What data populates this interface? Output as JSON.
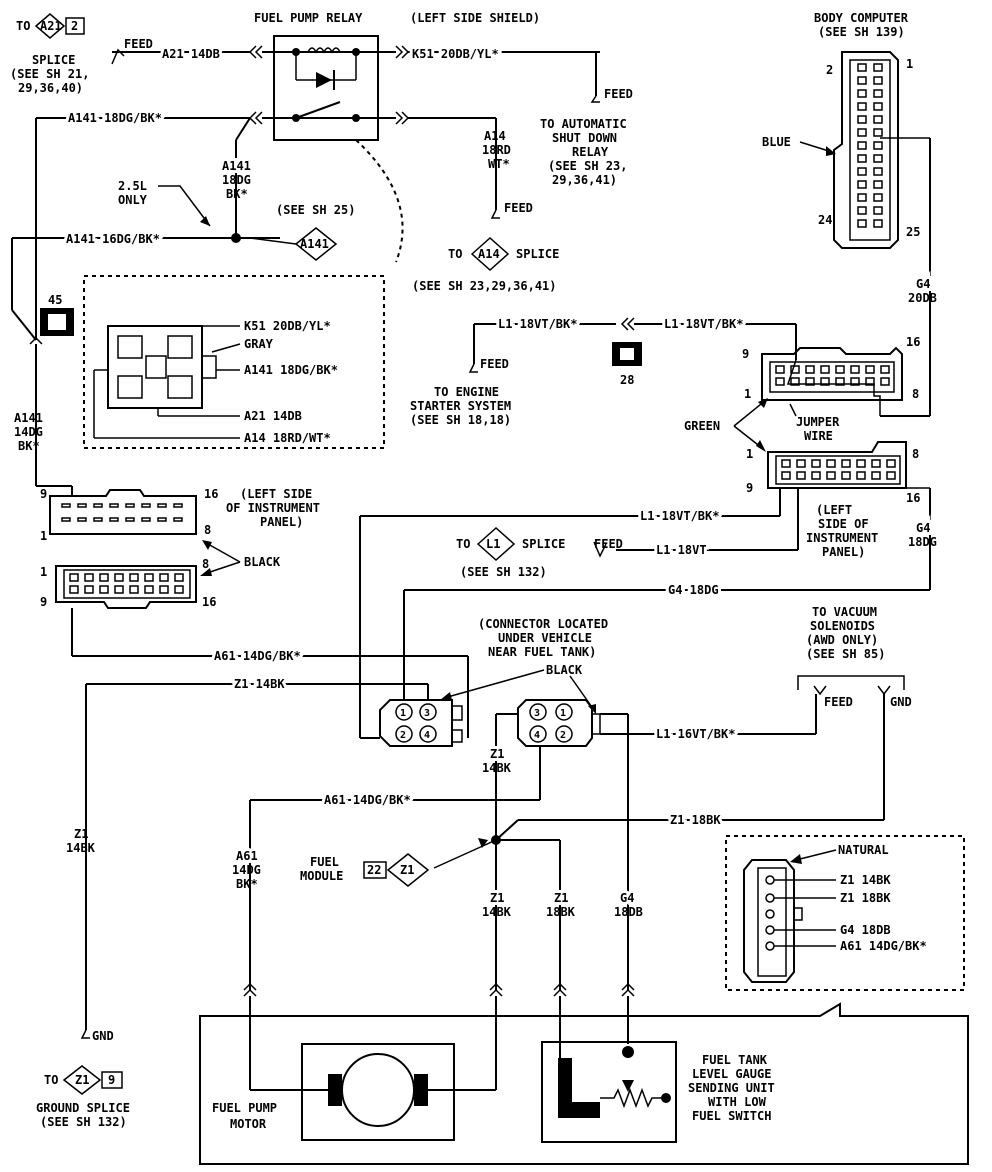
{
  "labels": {
    "to_a21_to": "TO",
    "to_a21_code": "A21",
    "to_a21_num": "2",
    "splice_a21_1": "SPLICE",
    "splice_a21_2": "(SEE SH 21,",
    "splice_a21_3": "29,36,40)",
    "feed1": "FEED",
    "a21_14db_top": "A21 14DB",
    "relay_title": "FUEL PUMP RELAY",
    "left_shield": "(LEFT SIDE SHIELD)",
    "k51_top": "K51 20DB/YL*",
    "feed_asd": "FEED",
    "asd_1": "TO AUTOMATIC",
    "asd_2": "SHUT DOWN",
    "asd_3": "RELAY",
    "asd_4": "(SEE SH 23,",
    "asd_5": "29,36,41)",
    "a141_18dg_bk_top": "A141 18DG/BK*",
    "a141_v_1": "A141",
    "a141_v_2": "18DG",
    "a141_v_3": "BK*",
    "a14_1": "A14",
    "a14_2": "18RD",
    "a14_3": "WT*",
    "feed_a14": "FEED",
    "to_a14_to": "TO",
    "to_a14_code": "A14",
    "to_a14_splice": "SPLICE",
    "see_a14": "(SEE SH 23,29,36,41)",
    "only25_1": "2.5L",
    "only25_2": "ONLY",
    "see_sh25": "(SEE SH 25)",
    "a141_diamond": "A141",
    "a141_16dg_bk": "A141 16DG/BK*",
    "c45": "45",
    "k51_conn": "K51 20DB/YL*",
    "gray": "GRAY",
    "a141_conn": "A141 18DG/BK*",
    "a21_conn": "A21 14DB",
    "a14_conn": "A14 18RD/WT*",
    "a141_left_1": "A141",
    "a141_left_2": "14DG",
    "a141_left_3": "BK*",
    "body_computer_1": "BODY COMPUTER",
    "body_computer_2": "(SEE SH 139)",
    "bc_2": "2",
    "bc_1": "1",
    "bc_24": "24",
    "bc_25": "25",
    "blue": "BLUE",
    "g4_20db_1": "G4",
    "g4_20db_2": "20DB",
    "l1_vt_bk_left": "L1 18VT/BK*",
    "l1_vt_bk_right": "L1 18VT/BK*",
    "feed_starter": "FEED",
    "starter_1": "TO ENGINE",
    "starter_2": "STARTER SYSTEM",
    "starter_3": "(SEE SH 18,18)",
    "c28": "28",
    "conn_r_9": "9",
    "conn_r_16": "16",
    "conn_r_1": "1",
    "conn_r_8": "8",
    "green": "GREEN",
    "jumper_1": "JUMPER",
    "jumper_2": "WIRE",
    "conn_r2_1": "1",
    "conn_r2_8": "8",
    "conn_r2_9": "9",
    "conn_r2_16": "16",
    "lsip_r_1": "(LEFT",
    "lsip_r_2": "SIDE OF",
    "lsip_r_3": "INSTRUMENT",
    "lsip_r_4": "PANEL)",
    "g4_18dg_r_1": "G4",
    "g4_18dg_r_2": "18DG",
    "conn_l_9": "9",
    "conn_l_16": "16",
    "conn_l_1": "1",
    "conn_l_8": "8",
    "lsip_l_1": "(LEFT SIDE",
    "lsip_l_2": "OF INSTRUMENT",
    "lsip_l_3": "PANEL)",
    "black1": "BLACK",
    "conn_l2_1": "1",
    "conn_l2_8": "8",
    "conn_l2_9": "9",
    "conn_l2_16": "16",
    "l1_18vt_bk_mid": "L1 18VT/BK*",
    "to_l1_to": "TO",
    "to_l1_code": "L1",
    "to_l1_splice": "SPLICE",
    "see_132": "(SEE SH 132)",
    "feed_l1": "FEED",
    "l1_18vt": "L1 18VT",
    "g4_18dg_h": "G4 18DG",
    "a61_14dg_bk_1": "A61 14DG/BK*",
    "conn_loc_1": "(CONNECTOR LOCATED",
    "conn_loc_2": "UNDER VEHICLE",
    "conn_loc_3": "NEAR FUEL TANK)",
    "black2": "BLACK",
    "vac_1": "TO VACUUM",
    "vac_2": "SOLENOIDS",
    "vac_3": "(AWD ONLY)",
    "vac_4": "(SEE SH 85)",
    "feed_vac": "FEED",
    "gnd_vac": "GND",
    "z1_14bk_h": "Z1 14BK",
    "pin1": "1",
    "pin2": "2",
    "pin3": "3",
    "pin4": "4",
    "l1_16vt_bk": "L1 16VT/BK*",
    "z1_v_1": "Z1",
    "z1_v_2": "14BK",
    "a61_14dg_bk_2": "A61 14DG/BK*",
    "z1_18bk_h": "Z1 18BK",
    "z1_left_1": "Z1",
    "z1_left_2": "14BK",
    "a61_v_1": "A61",
    "a61_v_2": "14DG",
    "a61_v_3": "BK*",
    "fuel_module_1": "FUEL",
    "fuel_module_2": "MODULE",
    "fm_num": "22",
    "fm_code": "Z1",
    "natural": "NATURAL",
    "nat_z1_14bk": "Z1 14BK",
    "nat_z1_18bk": "Z1 18BK",
    "nat_g4_18db": "G4 18DB",
    "nat_a61": "A61 14DG/BK*",
    "zb_1": "Z1",
    "zb_2": "14BK",
    "zc_1": "Z1",
    "zc_2": "18BK",
    "g4b_1": "G4",
    "g4b_2": "18DB",
    "gnd_left": "GND",
    "to_z1_to": "TO",
    "to_z1_code": "Z1",
    "to_z1_num": "9",
    "ground_splice_1": "GROUND SPLICE",
    "ground_splice_2": "(SEE SH 132)",
    "pump_1": "FUEL PUMP",
    "pump_2": "MOTOR",
    "tank_1": "FUEL TANK",
    "tank_2": "LEVEL GAUGE",
    "tank_3": "SENDING UNIT",
    "tank_4": "WITH LOW",
    "tank_5": "FUEL SWITCH"
  }
}
